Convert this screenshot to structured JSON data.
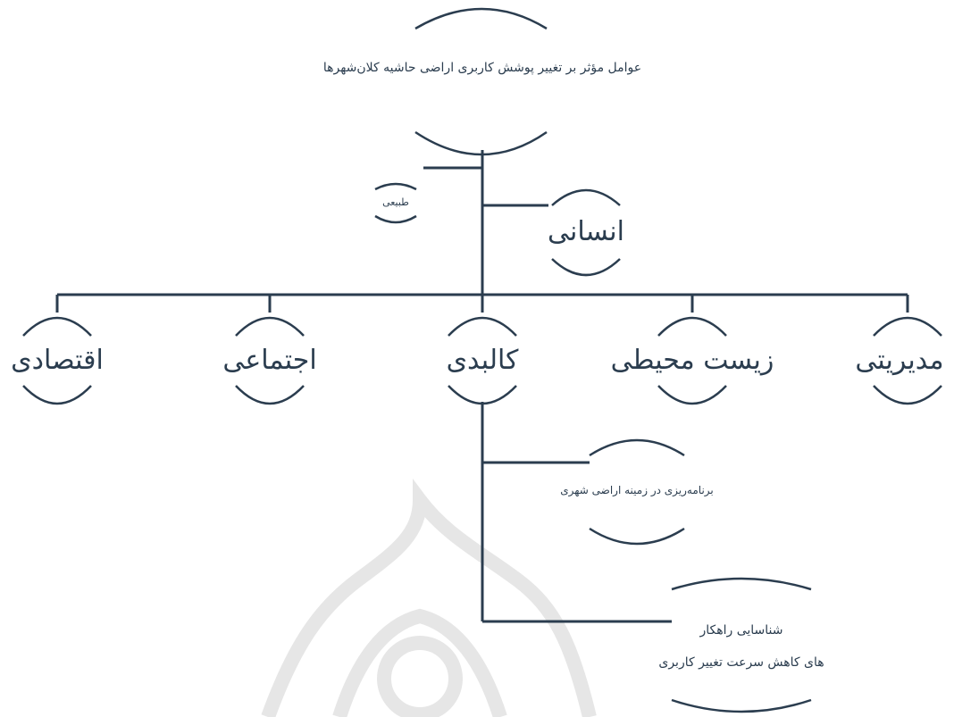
{
  "colors": {
    "line": "#2b3d4f",
    "watermark": "#e6e6e6"
  },
  "nodes": {
    "root": {
      "label": "عوامل مؤثر بر تغییر پوشش کاربری اراضی حاشیه کلان‌شهرها"
    },
    "natural": {
      "label": "طبیعی"
    },
    "human": {
      "label": "انسانی"
    },
    "economic": {
      "label": "اقتصادی"
    },
    "social": {
      "label": "اجتماعی"
    },
    "physical": {
      "label": "کالبدی"
    },
    "environmental": {
      "label": "زیست محیطی"
    },
    "managerial": {
      "label": "مدیریتی"
    },
    "planning": {
      "label": "برنامه‌ریزی در زمینه اراضی شهری"
    },
    "strategies": {
      "line1": "شناسایی راهکار",
      "line2": "های کاهش سرعت تغییر کاربری"
    }
  }
}
